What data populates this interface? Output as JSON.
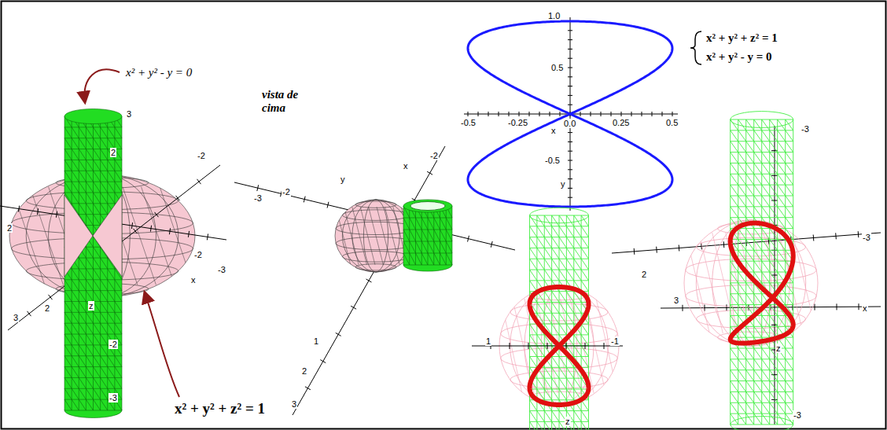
{
  "diagram": {
    "labels": [
      "x² + y² - y = 0",
      "x² + y² + z² = 1",
      "vista de cima",
      "x² + y² + z² = 1",
      "x² + y² - y = 0",
      "3",
      "2",
      "-2",
      "2",
      "3",
      "2",
      "x",
      "z",
      "-2",
      "-3",
      "-2",
      "-3",
      "-3",
      "-2",
      "y",
      "x",
      "-2",
      "1",
      "2",
      "3",
      "1.0",
      "0.5",
      "-0.5",
      "-0.5",
      "-0.25",
      "0.0",
      "0.25",
      "0.5",
      "x",
      "y",
      "1",
      "-1",
      "z",
      "-3",
      "-3",
      "2",
      "3",
      "x",
      "z",
      "-3"
    ]
  }
}
